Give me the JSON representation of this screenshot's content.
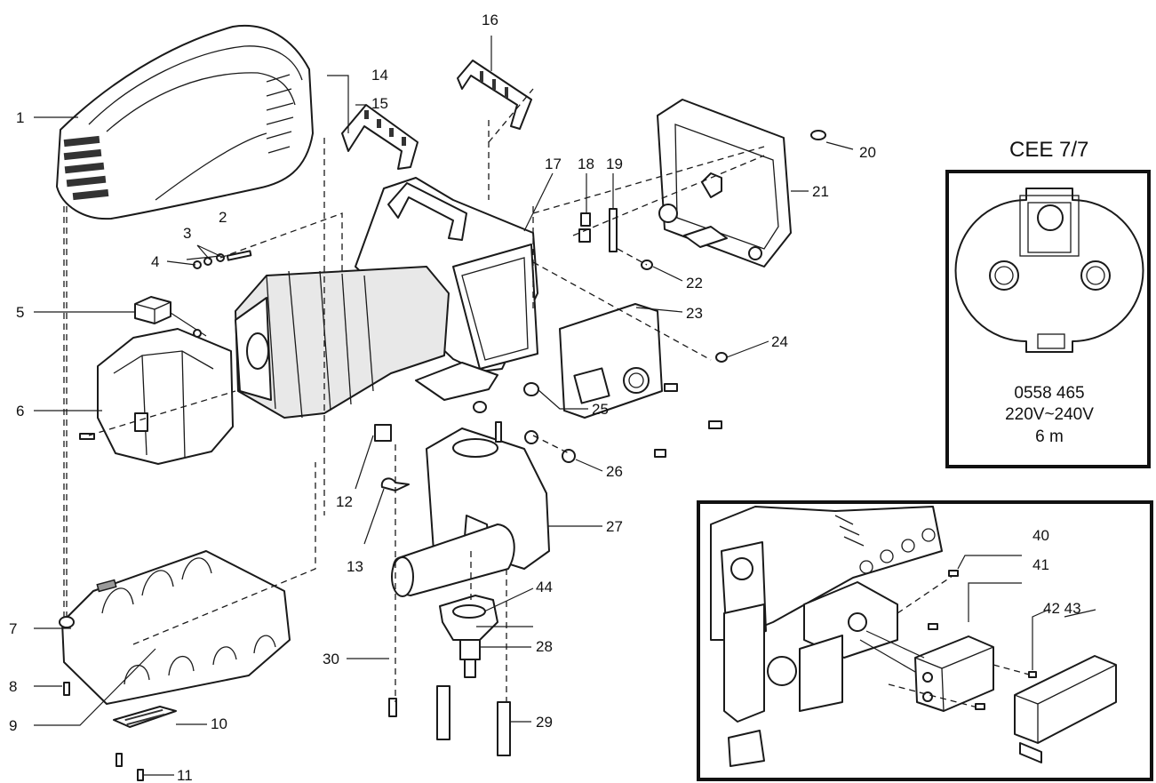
{
  "part_numbers": [
    "1",
    "2",
    "3",
    "4",
    "5",
    "6",
    "7",
    "8",
    "9",
    "10",
    "11",
    "12",
    "13",
    "14",
    "15",
    "16",
    "17",
    "18",
    "19",
    "20",
    "21",
    "22",
    "23",
    "24",
    "25",
    "26",
    "27",
    "28",
    "29",
    "30",
    "40",
    "41",
    "42 43",
    "44"
  ],
  "plug_box": {
    "title": "CEE 7/7",
    "part_number": "0558 465",
    "voltage": "220V~240V",
    "length": "6 m"
  }
}
